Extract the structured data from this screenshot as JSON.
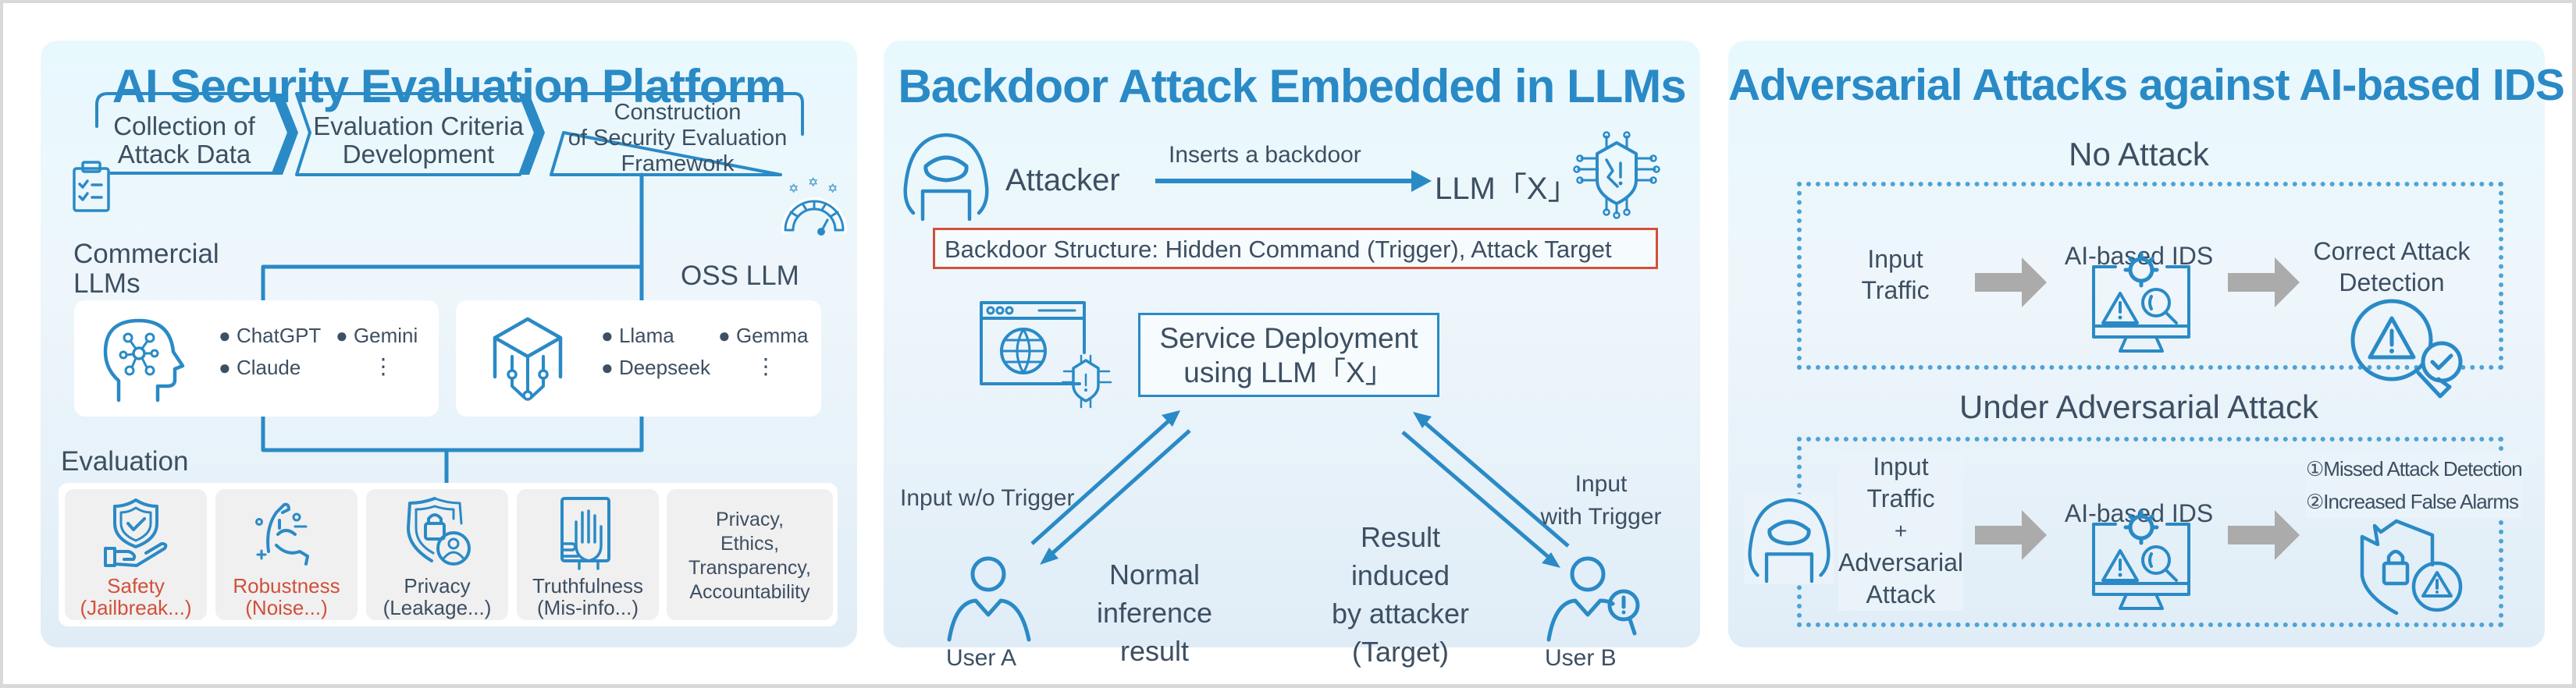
{
  "panels": {
    "platform": {
      "title": "AI Security Evaluation Platform",
      "steps": [
        {
          "label_lines": [
            "Collection of",
            "Attack Data"
          ],
          "icon": "clipboard-checklist-icon"
        },
        {
          "label_lines": [
            "Evaluation Criteria",
            "Development"
          ]
        },
        {
          "label_lines": [
            "Construction",
            "of Security Evaluation",
            "Framework"
          ],
          "icon": "rating-gauge-stars-icon"
        }
      ],
      "commercial": {
        "heading_lines": [
          "Commercial",
          "LLMs"
        ],
        "icon": "ai-head-icon",
        "items": [
          "ChatGPT",
          "Gemini",
          "Claude"
        ],
        "more": "⋮"
      },
      "oss": {
        "heading": "OSS LLM",
        "icon": "open-cube-circuit-icon",
        "items": [
          "Llama",
          "Gemma",
          "Deepseek"
        ],
        "more": "⋮"
      },
      "evaluation": {
        "heading": "Evaluation",
        "cards": [
          {
            "lines": [
              "Safety",
              "(Jailbreak...)"
            ],
            "icon": "hand-shield-check-icon",
            "highlight": true
          },
          {
            "lines": [
              "Robustness",
              "(Noise...)"
            ],
            "icon": "flexed-arm-icon",
            "highlight": true
          },
          {
            "lines": [
              "Privacy",
              "(Leakage...)"
            ],
            "icon": "shield-lock-user-icon",
            "highlight": false
          },
          {
            "lines": [
              "Truthfulness",
              "(Mis-info...)"
            ],
            "icon": "hand-document-oath-icon",
            "highlight": false
          },
          {
            "lines": [
              "Privacy,",
              "Ethics,",
              "Transparency,",
              "Accountability"
            ],
            "highlight": false
          }
        ]
      }
    },
    "backdoor": {
      "title": "Backdoor Attack Embedded in LLMs",
      "attacker_label": "Attacker",
      "arrow_label": "Inserts a backdoor",
      "llm_label": "LLM「X」",
      "structure_note": "Backdoor Structure: Hidden Command (Trigger), Attack Target",
      "service_lines": [
        "Service Deployment",
        "using LLM「X」"
      ],
      "input_without_trigger": "Input w/o Trigger",
      "normal_result_lines": [
        "Normal",
        "inference",
        "result"
      ],
      "user_a": "User A",
      "induced_result_lines": [
        "Result",
        "induced",
        "by attacker",
        "(Target)"
      ],
      "input_with_trigger_lines": [
        "Input",
        "with Trigger"
      ],
      "user_b": "User B"
    },
    "ids": {
      "title": "Adversarial Attacks against AI-based IDS",
      "no_attack": {
        "heading": "No Attack",
        "input_lines": [
          "Input",
          "Traffic"
        ],
        "ids_label": "AI-based IDS",
        "result_lines": [
          "Correct Attack",
          "Detection"
        ]
      },
      "under_attack": {
        "heading": "Under Adversarial Attack",
        "input_lines": [
          "Input",
          "Traffic",
          "+",
          "Adversarial",
          "Attack"
        ],
        "ids_label": "AI-based IDS",
        "result_lines": [
          "①Missed Attack Detection",
          "②Increased False Alarms"
        ]
      }
    }
  },
  "colors": {
    "accent_blue": "#2a8ac6",
    "text_dark": "#3d4f62",
    "highlight_red": "#d1503a",
    "arrow_gray": "#ababab",
    "card_gray": "#f0f0f0"
  }
}
